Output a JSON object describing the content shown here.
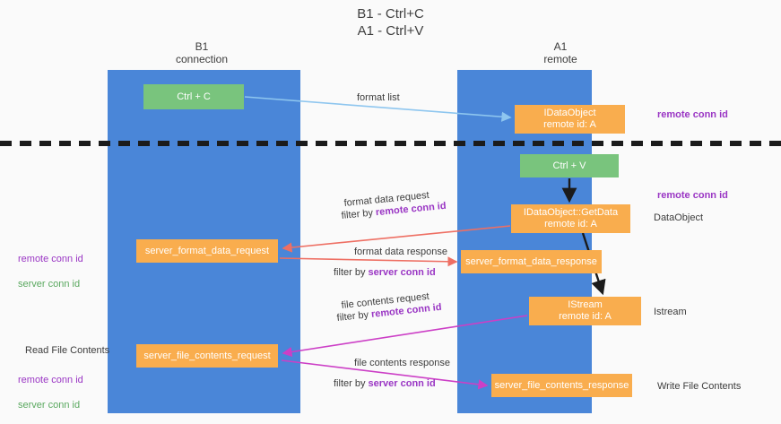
{
  "title": "B1 - Ctrl+C\nA1 - Ctrl+V",
  "colors": {
    "lane": "#4a86d8",
    "orange": "#f9ad4e",
    "green": "#79c47d",
    "remote_conn_id": "#9a36c4",
    "server_conn_id_left": "#5aa85f",
    "server_conn_id_mid": "#9a36c4",
    "format_arrow": "#8ec6ef",
    "data_arrow": "#ee6f63",
    "file_arrow": "#cc3fc6",
    "dashed_divider": "#1b1b1b"
  },
  "columns": {
    "b1": "B1\nconnection",
    "a1": "A1\nremote"
  },
  "boxes": {
    "ctrl_c": "Ctrl + C",
    "idataobject": "IDataObject\nremote id: A",
    "ctrl_v": "Ctrl + V",
    "getdata": "IDataObject::GetData\nremote id: A",
    "server_format_data_request": "server_format_data_request",
    "server_format_data_response": "server_format_data_response",
    "istream": "IStream\nremote id: A",
    "server_file_contents_request": "server_file_contents_request",
    "server_file_contents_response": "server_file_contents_response"
  },
  "right_labels": {
    "remote_conn_id_top": "remote conn id",
    "remote_conn_id_mid": "remote conn id",
    "dataobject": "DataObject",
    "istream": "Istream",
    "write_file_contents": "Write File Contents"
  },
  "left_labels": {
    "remote_conn_id": "remote conn id",
    "server_conn_id": "server conn id",
    "read_file_contents": "Read File Contents",
    "remote_conn_id_2": "remote conn id",
    "server_conn_id_2": "server conn id"
  },
  "wire_labels": {
    "format_list": "format list",
    "format_data_request": "format data request",
    "format_data_request_filter_prefix": "filter by ",
    "format_data_request_filter_value": "remote conn id",
    "format_data_response": "format data response",
    "format_data_response_filter_prefix": "filter by ",
    "format_data_response_filter_value": "server conn id",
    "file_contents_request": "file contents request",
    "file_contents_request_filter_prefix": "filter by ",
    "file_contents_request_filter_value": "remote conn id",
    "file_contents_response": "file contents response",
    "file_contents_response_filter_prefix": "filter by ",
    "file_contents_response_filter_value": "server conn id"
  }
}
